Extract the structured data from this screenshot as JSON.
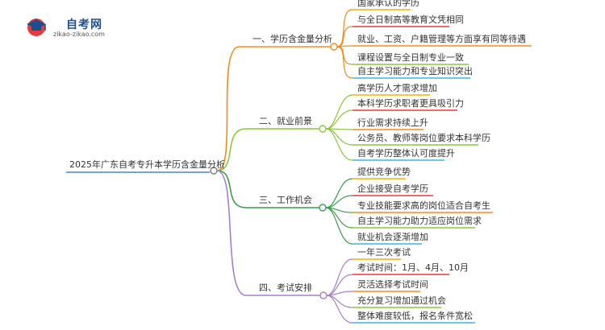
{
  "logo": {
    "name": "自考网",
    "url": "zikao-zikao.com"
  },
  "root": {
    "label": "2025年广东自考专升本学历含金量分析"
  },
  "colors": {
    "root_line": "#4a86c5",
    "branch_1": "#f28b1e",
    "branch_2": "#8cc63f",
    "branch_3": "#3a9e4a",
    "branch_4": "#a67fcf",
    "leaf_underline": [
      "#f4b400",
      "#e63c3c",
      "#f28b1e",
      "#8cc63f",
      "#3ab5e6"
    ]
  },
  "branches": [
    {
      "label": "一、学历含金量分析",
      "color_key": "branch_1",
      "leaves": [
        "国家承认的学历",
        "与全日制高等教育文凭相同",
        "就业、工资、户籍管理等方面享有同等待遇",
        "课程设置与全日制专业一致",
        "自主学习能力和专业知识突出"
      ]
    },
    {
      "label": "二、就业前景",
      "color_key": "branch_2",
      "leaves": [
        "高学历人才需求增加",
        "本科学历求职者更具吸引力",
        "行业需求持续上升",
        "公务员、教师等岗位要求本科学历",
        "自考学历整体认可度提升"
      ]
    },
    {
      "label": "三、工作机会",
      "color_key": "branch_3",
      "leaves": [
        "提供竞争优势",
        "企业接受自考学历",
        "专业技能要求高的岗位适合自考生",
        "自主学习能力助力适应岗位需求",
        "就业机会逐渐增加"
      ]
    },
    {
      "label": "四、考试安排",
      "color_key": "branch_4",
      "leaves": [
        "一年三次考试",
        "考试时间：1月、4月、10月",
        "灵活选择考试时间",
        "充分复习增加通过机会",
        "整体难度较低，报名条件宽松"
      ]
    }
  ]
}
